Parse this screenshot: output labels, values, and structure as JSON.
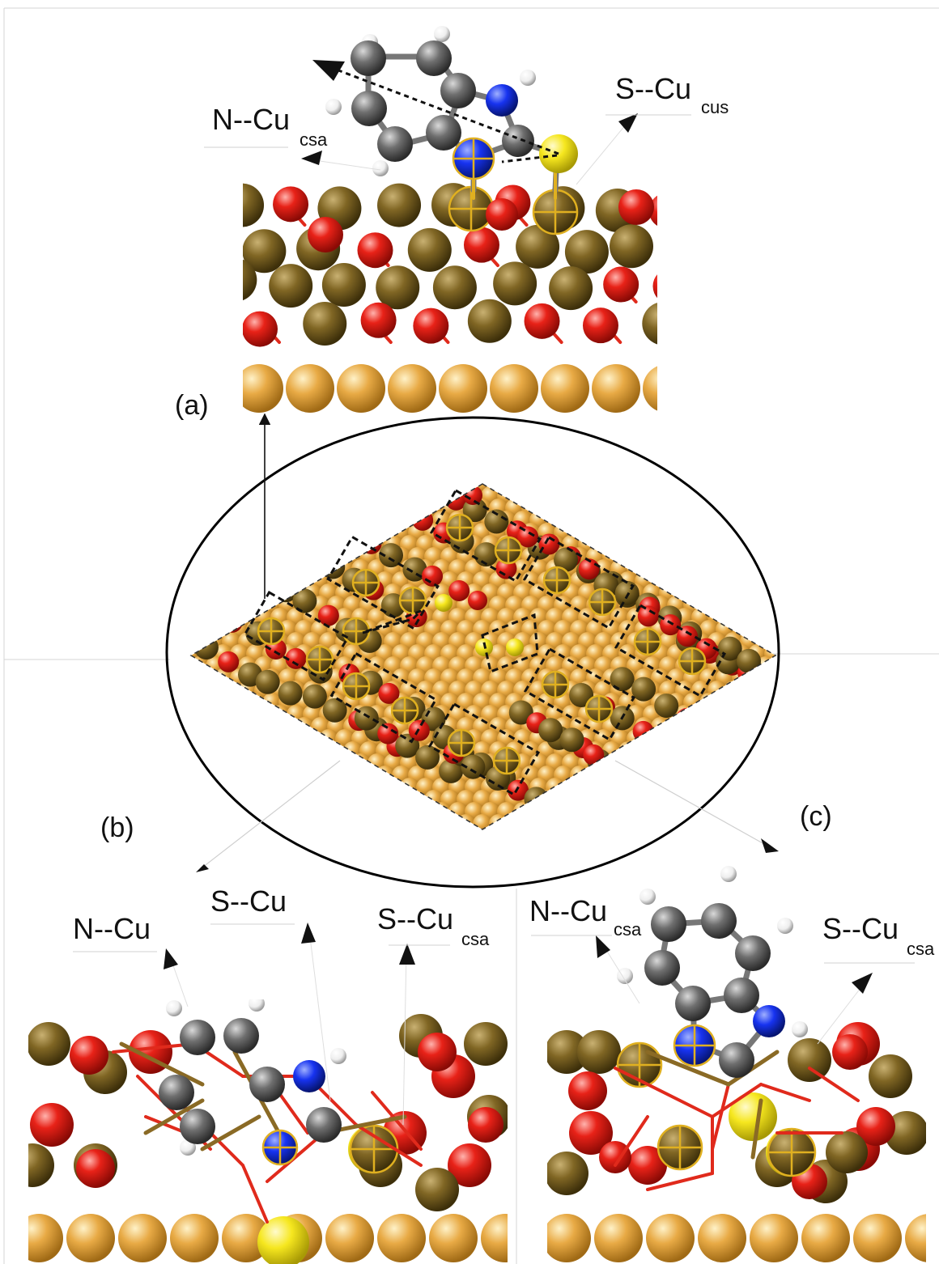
{
  "panels": {
    "a": "(a)",
    "b": "(b)",
    "c": "(c)"
  },
  "labels": {
    "a_left_main": "N--Cu",
    "a_left_sub": "csa",
    "a_right_main": "S--Cu",
    "a_right_sub": "cus",
    "b_left": "N--Cu",
    "b_mid": "S--Cu",
    "b_right_main": "S--Cu",
    "b_right_sub": "csa",
    "c_left_main": "N--Cu",
    "c_left_sub": "csa",
    "c_right_main": "S--Cu",
    "c_right_sub": "csa"
  },
  "colors": {
    "cu_metal": "#e3a43f",
    "cu_oxide": "#7d6420",
    "oxygen": "#e3201b",
    "carbon": "#6b6b6b",
    "nitrogen": "#1430e6",
    "sulfur": "#f4e51f",
    "hydrogen": "#f2f2f2",
    "outline": "#111111"
  }
}
